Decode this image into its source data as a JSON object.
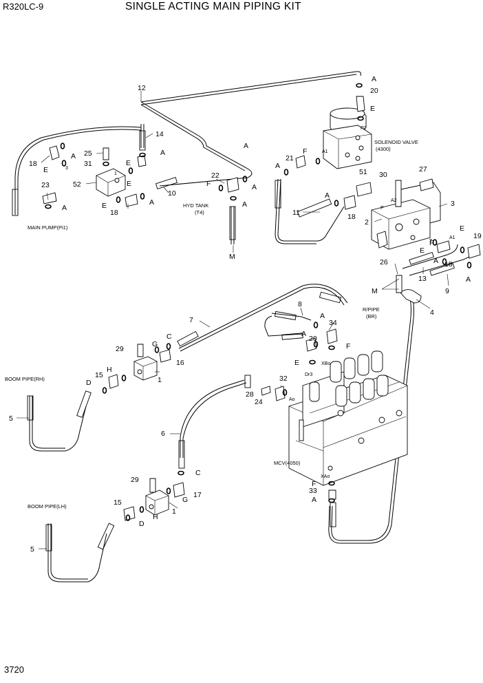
{
  "header": {
    "model": "R320LC-9",
    "title": "SINGLE ACTING MAIN PIPING KIT"
  },
  "footer": {
    "page_number": "3720"
  },
  "notes": {
    "solenoid_valve": "SOLENOID VALVE",
    "solenoid_code": "(4300)",
    "main_pump": "MAIN PUMP(Pi1)",
    "hyd_tank": "HYD TANK",
    "hyd_tank_code": "(T4)",
    "r_pipe": "R/PIPE",
    "r_pipe_code": "(BR)",
    "boom_rh": "BOOM PIPE(RH)",
    "boom_lh": "BOOM PIPE(LH)",
    "mcv": "MCV(4050)"
  },
  "port_labels": {
    "p2": "P2",
    "a1": "A1",
    "a2": "A2",
    "p": "P",
    "t": "T",
    "a1b": "A1",
    "xbo": "XBo",
    "dr3": "Dr3",
    "ao": "Ao",
    "xao": "XAo",
    "p1": "1",
    "p3": "3"
  },
  "callouts": [
    "12",
    "14",
    "25",
    "31",
    "18",
    "E",
    "A",
    "52",
    "23",
    "E",
    "A",
    "18",
    "E",
    "A",
    "10",
    "22",
    "F",
    "A",
    "A",
    "A",
    "20",
    "E",
    "21",
    "A",
    "F",
    "51",
    "30",
    "27",
    "3",
    "A",
    "18",
    "11",
    "2",
    "E",
    "19",
    "F",
    "A",
    "18",
    "E",
    "26",
    "13",
    "A",
    "9",
    "M",
    "4",
    "M",
    "8",
    "A",
    "34",
    "A",
    "20",
    "F",
    "E",
    "7",
    "29",
    "G",
    "C",
    "16",
    "H",
    "1",
    "15",
    "D",
    "5",
    "32",
    "28",
    "24",
    "6",
    "C",
    "29",
    "17",
    "G",
    "15",
    "H",
    "1",
    "D",
    "5",
    "F",
    "33",
    "A",
    "A",
    "E",
    "A"
  ]
}
